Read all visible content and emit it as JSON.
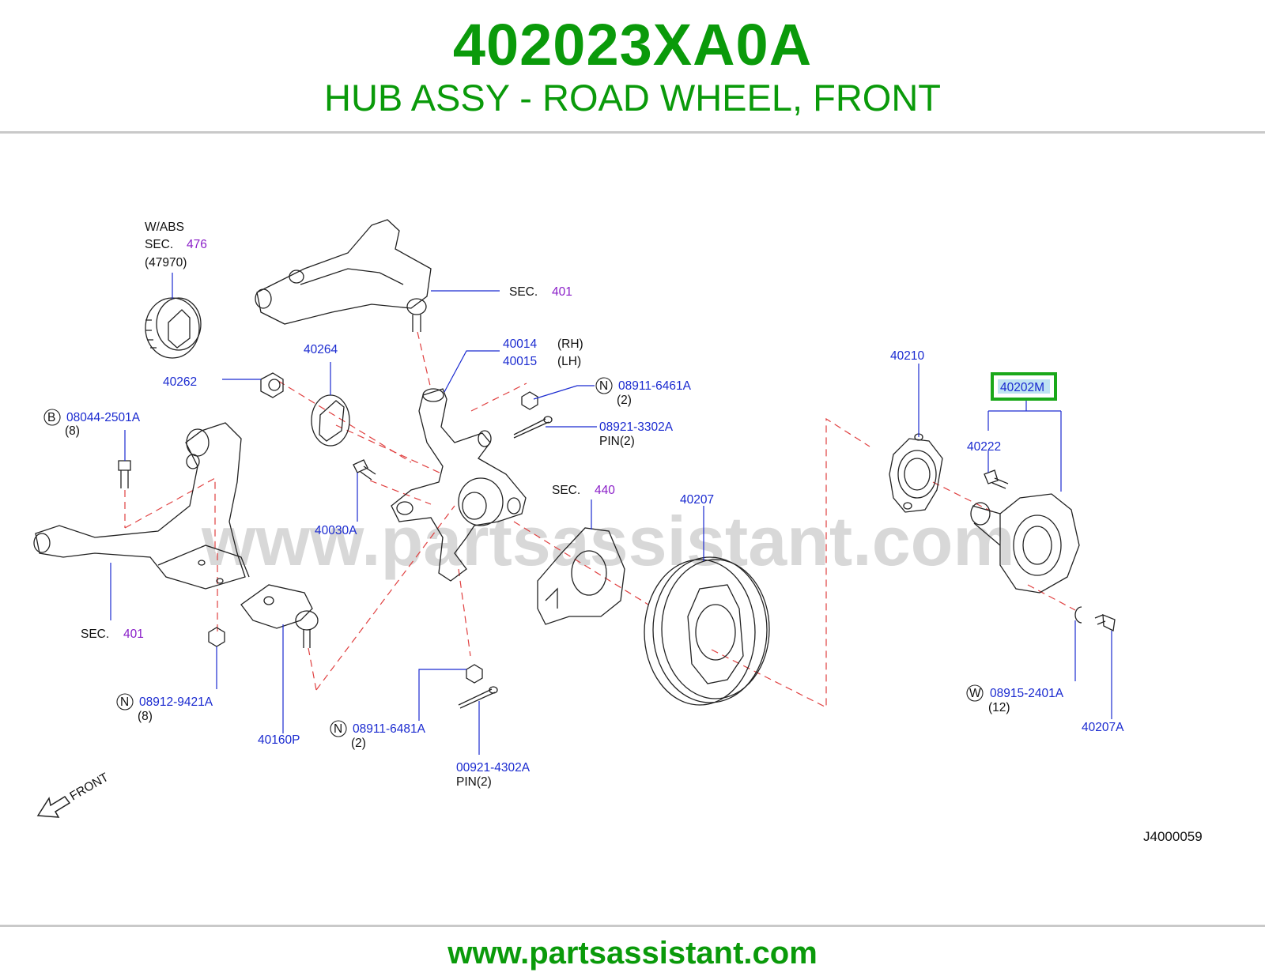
{
  "header": {
    "part_number": "402023XA0A",
    "part_name": "HUB ASSY - ROAD WHEEL, FRONT"
  },
  "footer": {
    "site": "www.partsassistant.com"
  },
  "watermark": "www.partsassistant.com",
  "diagram_id": "J4000059",
  "front_label": "FRONT",
  "abs_note": {
    "line1": "W/ABS",
    "sec": "SEC.",
    "sec_num": "476",
    "part": "(47970)"
  },
  "sections": [
    {
      "sec": "SEC.",
      "num": "401"
    },
    {
      "sec": "SEC.",
      "num": "440"
    },
    {
      "sec": "SEC.",
      "num": "401"
    }
  ],
  "labels": {
    "p40014": "40014",
    "p40014_side": "(RH)",
    "p40015": "40015",
    "p40015_side": "(LH)",
    "p40264": "40264",
    "p40262": "40262",
    "b08044": "08044-2501A",
    "b08044_qty": "(8)",
    "b_circle": "B",
    "n08911_6461": "08911-6461A",
    "n08911_6461_qty": "(2)",
    "n_circle1": "N",
    "p08921": "08921-3302A",
    "p08921_pin": "PIN(2)",
    "p40030": "40030A",
    "p40207": "40207",
    "p40210": "40210",
    "p40202m": "40202M",
    "p40222": "40222",
    "n08912": "08912-9421A",
    "n08912_qty": "(8)",
    "n_circle2": "N",
    "p40160p": "40160P",
    "n08911_6481": "08911-6481A",
    "n08911_6481_qty": "(2)",
    "n_circle3": "N",
    "p00921": "00921-4302A",
    "p00921_pin": "PIN(2)",
    "w08915": "08915-2401A",
    "w08915_qty": "(12)",
    "w_circle": "W",
    "p40207a": "40207A"
  },
  "colors": {
    "title": "#0a9a0a",
    "part_label": "#1a2ad0",
    "section_num": "#8a1ec8",
    "highlight": "#1aa81a",
    "highlight_fill": "#bfe3f2"
  }
}
